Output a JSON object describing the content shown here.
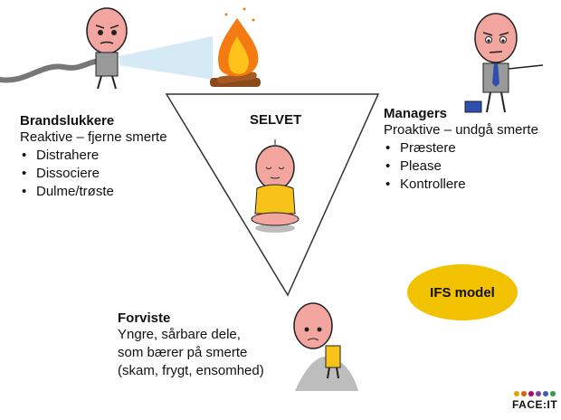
{
  "center": {
    "label": "SELVET"
  },
  "firefighters": {
    "title": "Brandslukkere",
    "subtitle": "Reaktive – fjerne smerte",
    "items": [
      "Distrahere",
      "Dissociere",
      "Dulme/trøste"
    ]
  },
  "managers": {
    "title": "Managers",
    "subtitle": "Proaktive – undgå smerte",
    "items": [
      "Præstere",
      "Please",
      "Kontrollere"
    ]
  },
  "exiles": {
    "title": "Forviste",
    "lines": [
      "Yngre, sårbare dele,",
      "som bærer på smerte",
      "(skam, frygt, ensomhed)"
    ]
  },
  "badge": {
    "label": "IFS model",
    "color": "#f2c100"
  },
  "logo": {
    "text": "FACE:IT",
    "dot_colors": [
      "#e8a000",
      "#e06000",
      "#b0006a",
      "#7b3fa0",
      "#3a5fb0",
      "#2e9e4a"
    ]
  }
}
